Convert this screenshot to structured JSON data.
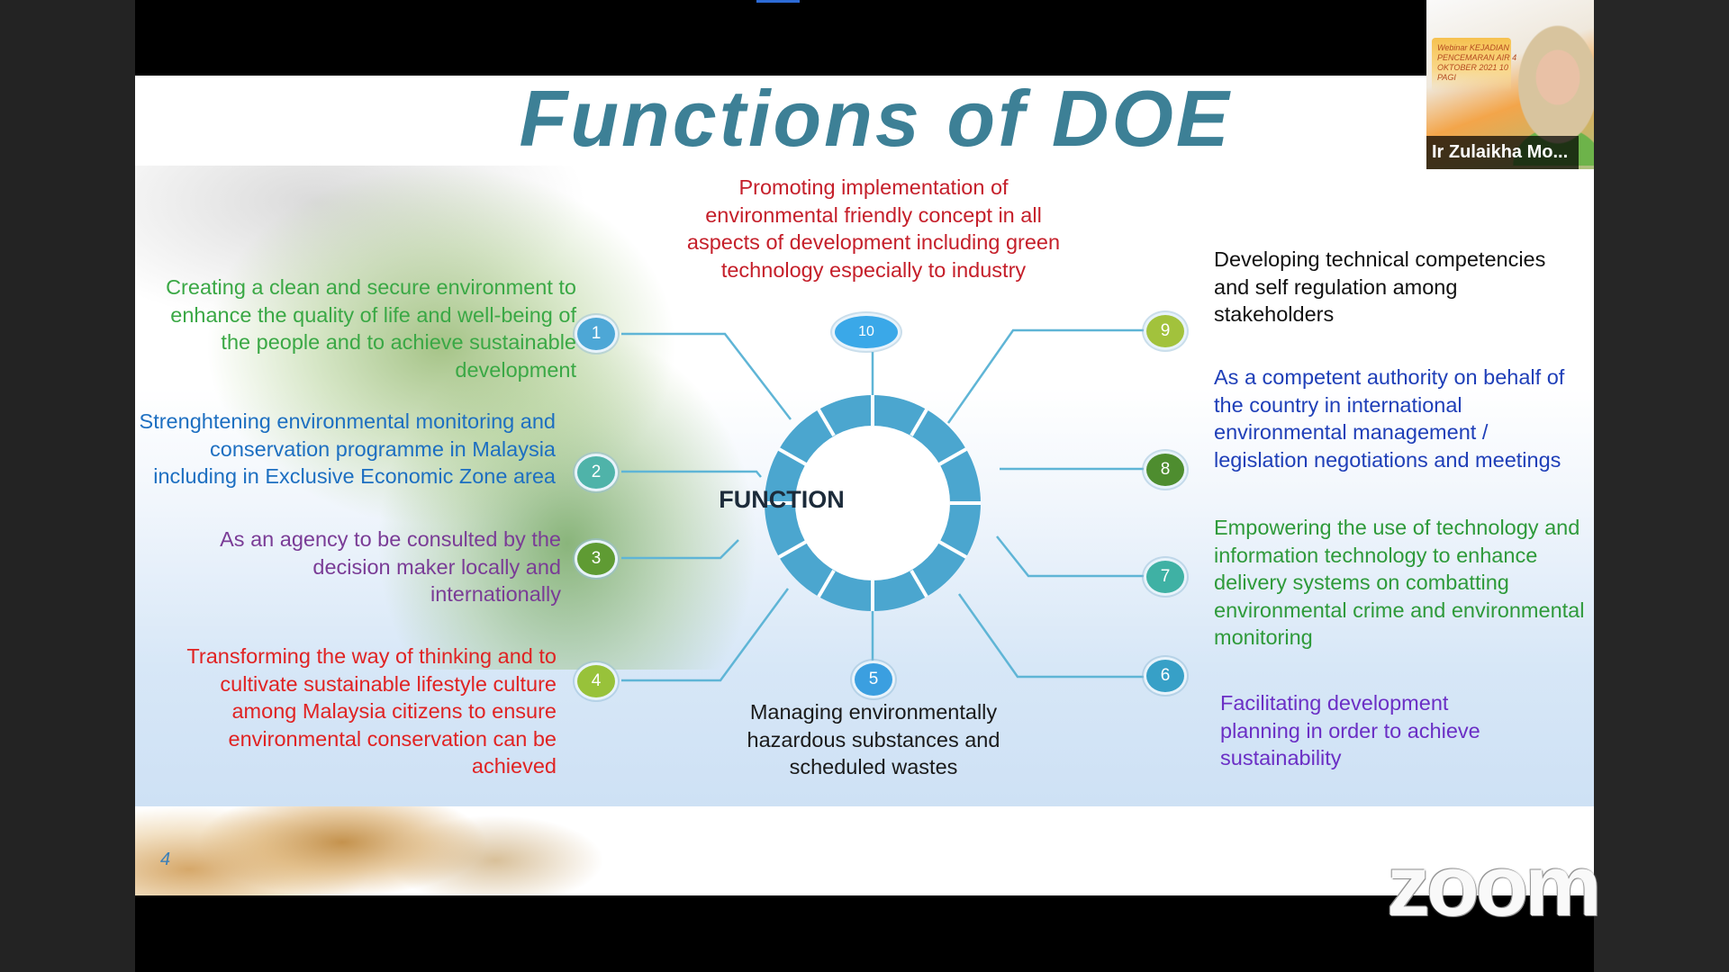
{
  "app": {
    "watermark": "zoom",
    "participant_name": "Ir Zulaikha Mo...",
    "video_banner_text": "Webinar KEJADIAN PENCEMARAN AIR 4 OKTOBER 2021 10 PAGI"
  },
  "slide": {
    "title": "Functions of DOE",
    "hub_label": "FUNCTION",
    "page_number": "4",
    "functions": [
      {
        "number": "1",
        "text": "Creating a clean and secure environment to enhance the quality of life and well-being of the people and to achieve sustainable development",
        "color": "#3aa845"
      },
      {
        "number": "2",
        "text": "Strenghtening environmental monitoring and conservation programme in Malaysia including in Exclusive Economic Zone area",
        "color": "#1d6fc1"
      },
      {
        "number": "3",
        "text": "As an agency to be consulted by the decision maker locally and internationally",
        "color": "#7a3c96"
      },
      {
        "number": "4",
        "text": "Transforming the way of thinking and to cultivate sustainable lifestyle culture among Malaysia citizens to ensure environmental conservation can be achieved",
        "color": "#e02323"
      },
      {
        "number": "5",
        "text": "Managing environmentally hazardous substances and scheduled wastes",
        "color": "#1a1a1a"
      },
      {
        "number": "6",
        "text": "Facilitating development planning in order to achieve sustainability",
        "color": "#6b2fc5"
      },
      {
        "number": "7",
        "text": "Empowering the use of technology and information technology to enhance delivery systems on combatting environmental crime and environmental monitoring",
        "color": "#2e9a3a"
      },
      {
        "number": "8",
        "text": "As a competent authority on behalf of the country in international environmental management / legislation negotiations and meetings",
        "color": "#1f3fb8"
      },
      {
        "number": "9",
        "text": "Developing technical competencies and self regulation among stakeholders",
        "color": "#111111"
      },
      {
        "number": "10",
        "text": "Promoting implementation of environmental friendly concept in all aspects of development including green technology especially to industry",
        "color": "#c51f2a"
      }
    ],
    "badge_colors": {
      "1": "#4da7d6",
      "2": "#4fb3a9",
      "3": "#5f9b33",
      "4": "#98c23a",
      "5": "#3b9fe0",
      "6": "#37a0c7",
      "7": "#3fb1a4",
      "8": "#4e8d2f",
      "9": "#a2c23c",
      "10": "#3aa8e8"
    }
  }
}
